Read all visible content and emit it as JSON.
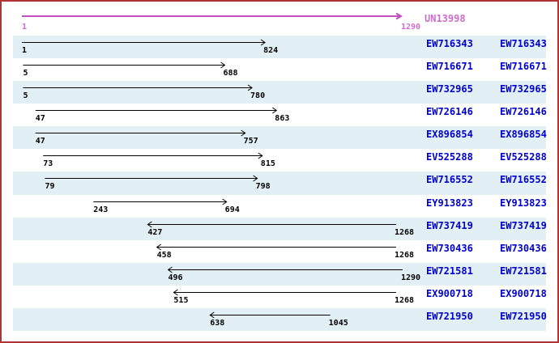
{
  "colors": {
    "frame_border": "#b13434",
    "row_band": "#e2f0f6",
    "accession_link": "#0000cc",
    "reference_arrow": "#c050c0",
    "reference_text": "#cc6fcc",
    "number_text": "#000000",
    "est_arrow": "#000000",
    "background": "#ffffff"
  },
  "chart_data": {
    "type": "bar",
    "orientation": "horizontal-range",
    "description": "EST alignments to unigene cluster; each row is an accession with aligned start/end coordinates and strand arrow",
    "x_range": [
      1,
      1290
    ],
    "grid": false,
    "legend": false,
    "reference": {
      "name": "UN13998",
      "start": 1,
      "end": 1290,
      "strand": "+"
    },
    "series": [
      {
        "name": "EW716343",
        "start": 1,
        "end": 824,
        "strand": "+"
      },
      {
        "name": "EW716671",
        "start": 5,
        "end": 688,
        "strand": "+"
      },
      {
        "name": "EW732965",
        "start": 5,
        "end": 780,
        "strand": "+"
      },
      {
        "name": "EW726146",
        "start": 47,
        "end": 863,
        "strand": "+"
      },
      {
        "name": "EX896854",
        "start": 47,
        "end": 757,
        "strand": "+"
      },
      {
        "name": "EV525288",
        "start": 73,
        "end": 815,
        "strand": "+"
      },
      {
        "name": "EW716552",
        "start": 79,
        "end": 798,
        "strand": "+"
      },
      {
        "name": "EY913823",
        "start": 243,
        "end": 694,
        "strand": "+"
      },
      {
        "name": "EW737419",
        "start": 427,
        "end": 1268,
        "strand": "-"
      },
      {
        "name": "EW730436",
        "start": 458,
        "end": 1268,
        "strand": "-"
      },
      {
        "name": "EW721581",
        "start": 496,
        "end": 1290,
        "strand": "-"
      },
      {
        "name": "EX900718",
        "start": 515,
        "end": 1268,
        "strand": "-"
      },
      {
        "name": "EW721950",
        "start": 638,
        "end": 1045,
        "strand": "-"
      }
    ]
  }
}
